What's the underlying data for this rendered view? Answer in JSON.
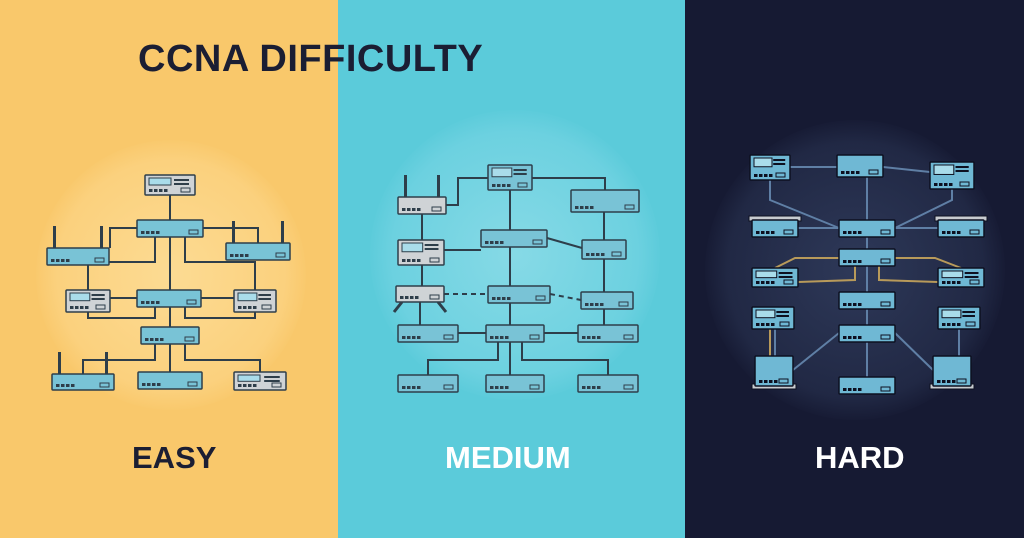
{
  "title": "CCNA DIFFICULTY",
  "colors": {
    "easy_bg": "#F9C86B",
    "medium_bg": "#5BCBDA",
    "hard_bg": "#161A33",
    "title_text": "#1B1E33",
    "device_blue": "#79C3D6",
    "device_gray": "#CFD3D6",
    "device_outline": "#2E3E4A",
    "hard_link_accent": "#B89A5A"
  },
  "panels": [
    {
      "id": "easy",
      "label": "EASY",
      "devices": [
        {
          "name": "top-switch",
          "type": "gray-console"
        },
        {
          "name": "core-switch",
          "type": "blue-switch"
        },
        {
          "name": "left-router",
          "type": "blue-router-antenna"
        },
        {
          "name": "right-router",
          "type": "blue-router-antenna"
        },
        {
          "name": "left-console",
          "type": "gray-console"
        },
        {
          "name": "mid-switch",
          "type": "blue-switch"
        },
        {
          "name": "right-console",
          "type": "gray-console"
        },
        {
          "name": "lower-switch",
          "type": "blue-switch"
        },
        {
          "name": "bottom-left-router",
          "type": "blue-router-antenna"
        },
        {
          "name": "bottom-mid-switch",
          "type": "blue-switch"
        },
        {
          "name": "bottom-right-console",
          "type": "gray-console"
        }
      ]
    },
    {
      "id": "medium",
      "label": "MEDIUM",
      "devices": [
        {
          "name": "ap-router",
          "type": "gray-router-antenna"
        },
        {
          "name": "top-monitor",
          "type": "blue-monitor"
        },
        {
          "name": "cloud-panel",
          "type": "blue-panel"
        },
        {
          "name": "gray-console",
          "type": "gray-console"
        },
        {
          "name": "core-switch",
          "type": "blue-switch"
        },
        {
          "name": "right-module",
          "type": "blue-switch"
        },
        {
          "name": "gray-bridge",
          "type": "gray-bridge"
        },
        {
          "name": "mid-switch",
          "type": "blue-switch"
        },
        {
          "name": "right-switch",
          "type": "blue-switch"
        },
        {
          "name": "row4-left",
          "type": "blue-switch"
        },
        {
          "name": "row4-mid",
          "type": "blue-switch"
        },
        {
          "name": "row4-right",
          "type": "blue-switch"
        },
        {
          "name": "row5-left",
          "type": "blue-switch"
        },
        {
          "name": "row5-mid",
          "type": "blue-switch"
        },
        {
          "name": "row5-right",
          "type": "blue-switch"
        }
      ]
    },
    {
      "id": "hard",
      "label": "HARD",
      "devices": [
        {
          "name": "top-left-console",
          "type": "blue-console"
        },
        {
          "name": "top-mid-switch",
          "type": "blue-switch"
        },
        {
          "name": "top-right-monitor",
          "type": "blue-monitor"
        },
        {
          "name": "left-rack",
          "type": "blue-rack"
        },
        {
          "name": "core-switch",
          "type": "blue-switch"
        },
        {
          "name": "right-rack",
          "type": "blue-rack"
        },
        {
          "name": "dist-switch",
          "type": "blue-switch"
        },
        {
          "name": "left-module",
          "type": "blue-console"
        },
        {
          "name": "right-module",
          "type": "blue-console"
        },
        {
          "name": "mid-switch",
          "type": "blue-switch"
        },
        {
          "name": "left-monitor",
          "type": "blue-monitor"
        },
        {
          "name": "right-monitor",
          "type": "blue-monitor"
        },
        {
          "name": "lower-switch",
          "type": "blue-switch"
        },
        {
          "name": "left-server",
          "type": "blue-server"
        },
        {
          "name": "right-server",
          "type": "blue-server"
        },
        {
          "name": "bottom-switch",
          "type": "blue-switch"
        }
      ]
    }
  ]
}
